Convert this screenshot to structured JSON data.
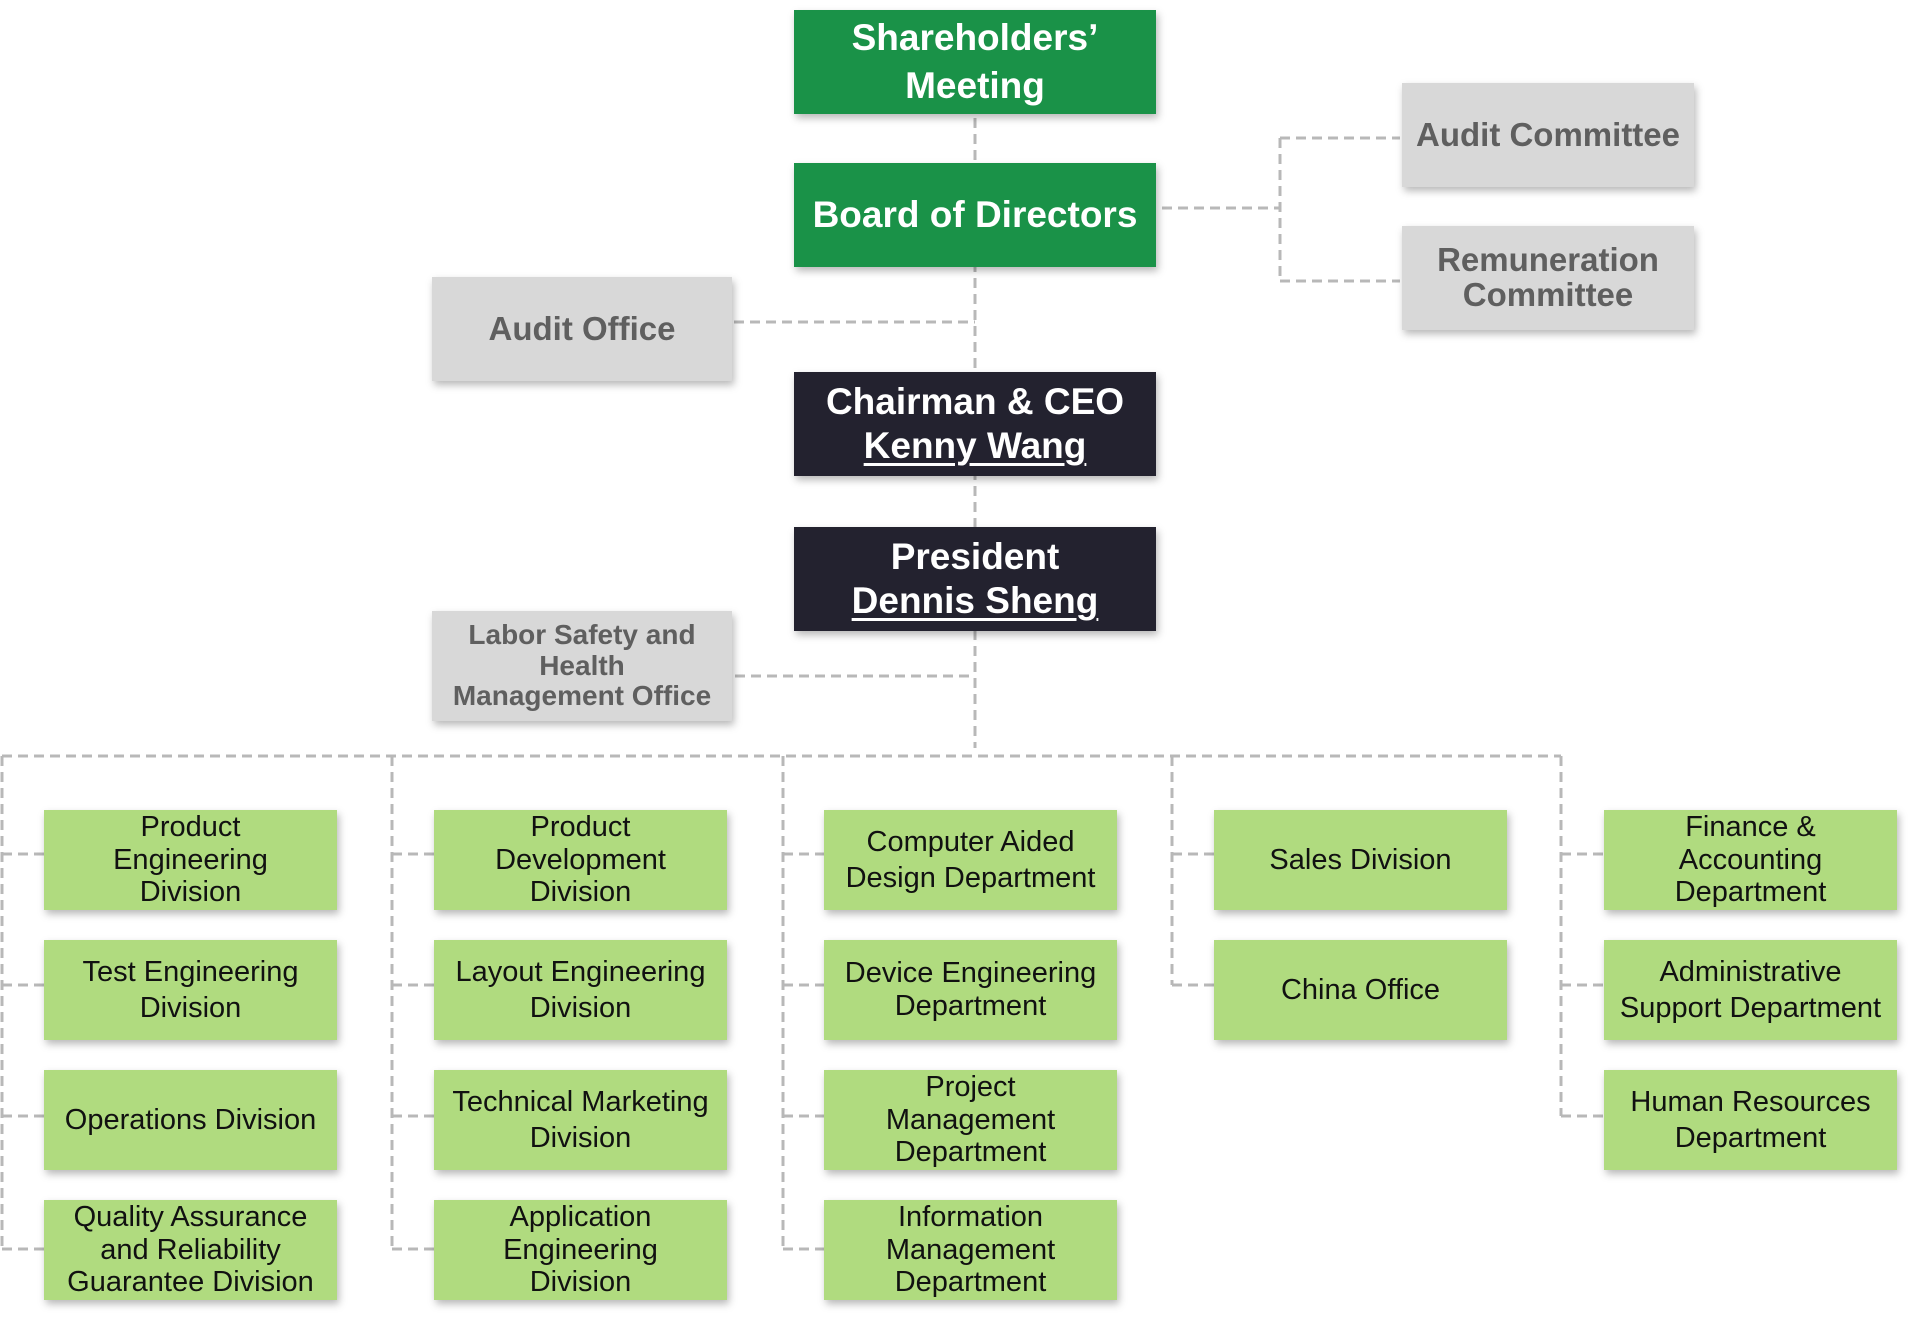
{
  "top": {
    "shareholders": "Shareholders’\nMeeting",
    "board": "Board of Directors"
  },
  "committees": {
    "audit_committee": "Audit Committee",
    "remuneration_committee": "Remuneration\nCommittee"
  },
  "offices": {
    "audit_office": "Audit Office",
    "labor_safety": "Labor Safety and\nHealth\nManagement Office"
  },
  "executives": {
    "chairman_title": "Chairman & CEO",
    "chairman_name": "Kenny Wang",
    "president_title": "President",
    "president_name": "Dennis Sheng"
  },
  "columns": [
    {
      "units": [
        "Product\nEngineering\nDivision",
        "Test Engineering\nDivision",
        "Operations Division",
        "Quality Assurance\nand Reliability\nGuarantee Division"
      ]
    },
    {
      "units": [
        "Product\nDevelopment\nDivision",
        "Layout Engineering\nDivision",
        "Technical Marketing\nDivision",
        "Application\nEngineering\nDivision"
      ]
    },
    {
      "units": [
        "Computer Aided\nDesign Department",
        "Device Engineering\nDepartment",
        "Project\nManagement\nDepartment",
        "Information\nManagement\nDepartment"
      ]
    },
    {
      "units": [
        "Sales Division",
        "China Office"
      ]
    },
    {
      "units": [
        "Finance &\nAccounting\nDepartment",
        "Administrative\nSupport Department",
        "Human Resources\nDepartment"
      ]
    }
  ],
  "colors": {
    "board_green": "#1a9248",
    "unit_green": "#b0db7f",
    "executive_navy": "#23222f",
    "committee_grey": "#d8d8d8",
    "connector_grey": "#b8b8b8"
  }
}
